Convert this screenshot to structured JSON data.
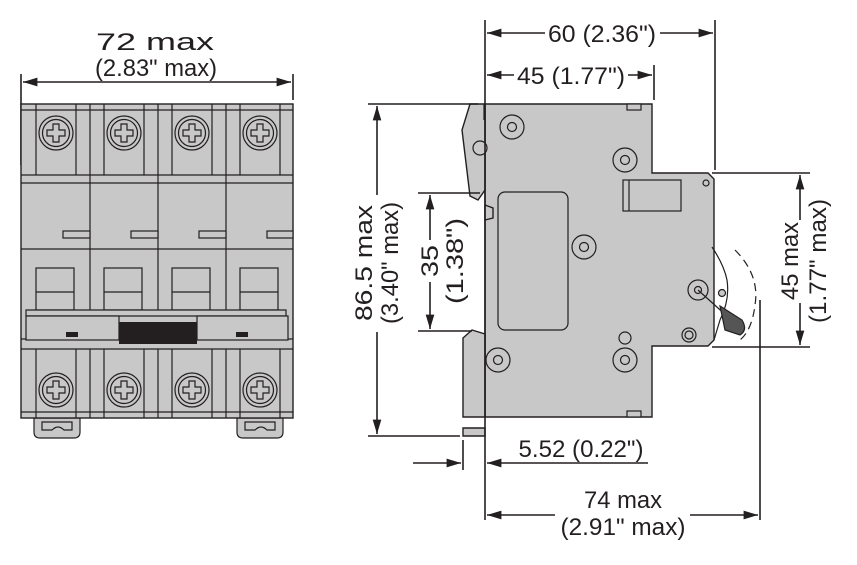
{
  "title": "Miniature circuit breaker dimensional drawing (4-pole)",
  "colors": {
    "body": "#c8c8c8",
    "line": "#231f20",
    "background": "#ffffff"
  },
  "front_view": {
    "width_label": "72 max",
    "width_label_in": "(2.83\" max)",
    "poles": 4
  },
  "side_view": {
    "depth_label": "60 (2.36\")",
    "body_depth_label": "45 (1.77\")",
    "height_label": "86.5 max",
    "height_label_in": "(3.40\" max)",
    "rail_label": "35",
    "rail_label_in": "(1.38\")",
    "front_height_label": "45 max",
    "front_height_label_in": "(1.77\" max)",
    "offset_label": "5.52 (0.22\")",
    "total_depth_label": "74 max",
    "total_depth_label_in": "(2.91\" max)"
  }
}
